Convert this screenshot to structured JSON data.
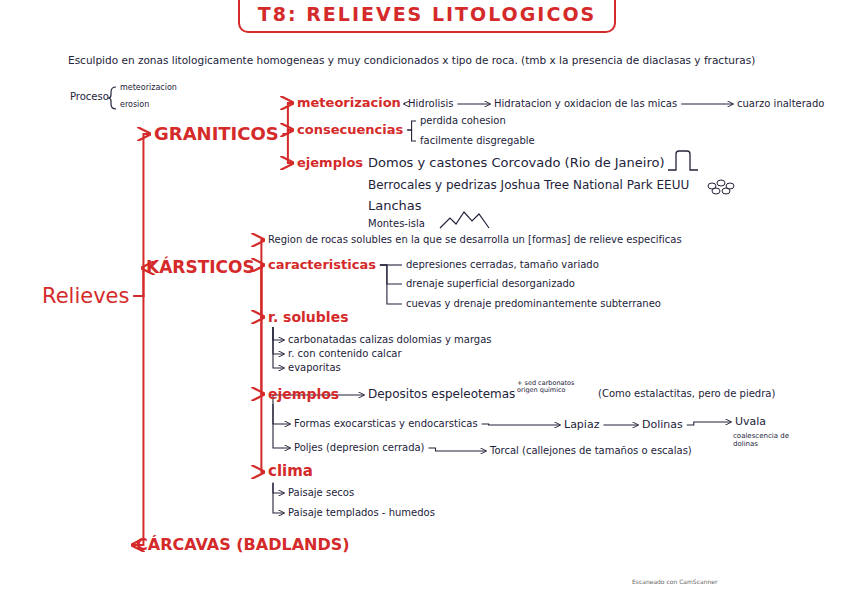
{
  "diagram": {
    "title": "T8: RELIEVES LITOLOGICOS",
    "nodes": [
      {
        "text": [
          "Relieves"
        ]
      },
      {
        "text": [
          "GRANITICOS"
        ]
      },
      {
        "text": [
          "meteorizacion"
        ]
      },
      {
        "text": [
          "Hidrolisis"
        ]
      },
      {
        "text": [
          "Hidratacion y oxidacion de las micas"
        ]
      },
      {
        "text": [
          "cuarzo inalterado"
        ]
      },
      {
        "text": [
          "consecuencias"
        ]
      },
      {
        "text": [
          "perdida cohesion"
        ]
      },
      {
        "text": [
          "facilmente disgregable"
        ]
      },
      {
        "text": [
          "ejemplos"
        ]
      },
      {
        "text": [
          "Domos y castones Corcovado (Rio de Janeiro)"
        ]
      },
      {
        "text": [
          "Berrocales y pedrizas Joshua Tree National Park EEUU"
        ]
      },
      {
        "text": [
          "Lanchas"
        ]
      },
      {
        "text": [
          "Montes-isla"
        ]
      },
      {
        "text": [
          "KÁRSTICOS"
        ]
      },
      {
        "text": [
          "Region de rocas solubles en la que se desarrolla un [formas] de relieve especificas"
        ]
      },
      {
        "text": [
          "caracteristicas"
        ]
      },
      {
        "text": [
          "depresiones cerradas, tamaño variado"
        ]
      },
      {
        "text": [
          "drenaje superficial desorganizado"
        ]
      },
      {
        "text": [
          "cuevas y drenaje predominantemente subterraneo"
        ]
      },
      {
        "text": [
          "r. solubles"
        ]
      },
      {
        "text": [
          "carbonatadas calizas dolomias y margas"
        ]
      },
      {
        "text": [
          "r. con contenido calcar"
        ]
      },
      {
        "text": [
          "evaporitas"
        ]
      },
      {
        "text": [
          "ejemplos"
        ]
      },
      {
        "text": [
          "Depositos espeleotemas"
        ]
      },
      {
        "text": [
          "Formas exocarsticas y endocarsticas"
        ]
      },
      {
        "text": [
          "Lapiaz"
        ]
      },
      {
        "text": [
          "Dolinas"
        ]
      },
      {
        "text": [
          "Uvala"
        ]
      },
      {
        "text": [
          "Poljes (depresion cerrada)"
        ]
      },
      {
        "text": [
          "Torcal (callejones de tamaños o escalas)"
        ]
      },
      {
        "text": [
          "clima"
        ]
      },
      {
        "text": [
          "Paisaje secos"
        ]
      },
      {
        "text": [
          "Paisaje templados - humedos"
        ]
      },
      {
        "text": [
          "CÁRCAVAS (BADLANDS)"
        ]
      }
    ],
    "edges": [
      {
        "from": 0,
        "to": 1,
        "arrow": "to"
      },
      {
        "from": 0,
        "to": 14,
        "arrow": "to"
      },
      {
        "from": 0,
        "to": 35,
        "arrow": "to"
      },
      {
        "from": 1,
        "to": 2,
        "arrow": "to"
      },
      {
        "from": 1,
        "to": 6,
        "arrow": "to"
      },
      {
        "from": 1,
        "to": 9,
        "arrow": "to"
      },
      {
        "from": 2,
        "to": 3,
        "arrow": "to"
      },
      {
        "from": 3,
        "to": 4,
        "arrow": "to"
      },
      {
        "from": 4,
        "to": 5,
        "arrow": "to"
      },
      {
        "from": 6,
        "to": 7,
        "arrow": "none"
      },
      {
        "from": 6,
        "to": 8,
        "arrow": "none"
      },
      {
        "from": 14,
        "to": 15,
        "arrow": "to"
      },
      {
        "from": 14,
        "to": 16,
        "arrow": "to"
      },
      {
        "from": 14,
        "to": 20,
        "arrow": "to"
      },
      {
        "from": 14,
        "to": 24,
        "arrow": "to"
      },
      {
        "from": 14,
        "to": 32,
        "arrow": "to"
      },
      {
        "from": 16,
        "to": 17,
        "arrow": "none"
      },
      {
        "from": 16,
        "to": 18,
        "arrow": "none"
      },
      {
        "from": 16,
        "to": 19,
        "arrow": "none"
      },
      {
        "from": 20,
        "to": 21,
        "arrow": "to"
      },
      {
        "from": 20,
        "to": 22,
        "arrow": "to"
      },
      {
        "from": 20,
        "to": 23,
        "arrow": "to"
      },
      {
        "from": 24,
        "to": 25,
        "arrow": "to"
      },
      {
        "from": 24,
        "to": 26,
        "arrow": "to"
      },
      {
        "from": 24,
        "to": 30,
        "arrow": "to"
      },
      {
        "from": 26,
        "to": 27,
        "arrow": "to"
      },
      {
        "from": 27,
        "to": 28,
        "arrow": "to"
      },
      {
        "from": 28,
        "to": 29,
        "arrow": "to"
      },
      {
        "from": 30,
        "to": 31,
        "arrow": "to"
      },
      {
        "from": 32,
        "to": 33,
        "arrow": "to"
      },
      {
        "from": 32,
        "to": 34,
        "arrow": "to"
      }
    ],
    "labels": [
      "Esculpido en zonas litologicamente homogeneas y muy condicionados x tipo de roca. (tmb x la presencia de diaclasas y fracturas)",
      "Proceso",
      "meteorizacion",
      "erosion",
      "+ sed carbonatos origen químico",
      "(Como estalactitas, pero de piedra)",
      "coalescencia de dolinas",
      "Escaneado con CamScanner"
    ]
  }
}
